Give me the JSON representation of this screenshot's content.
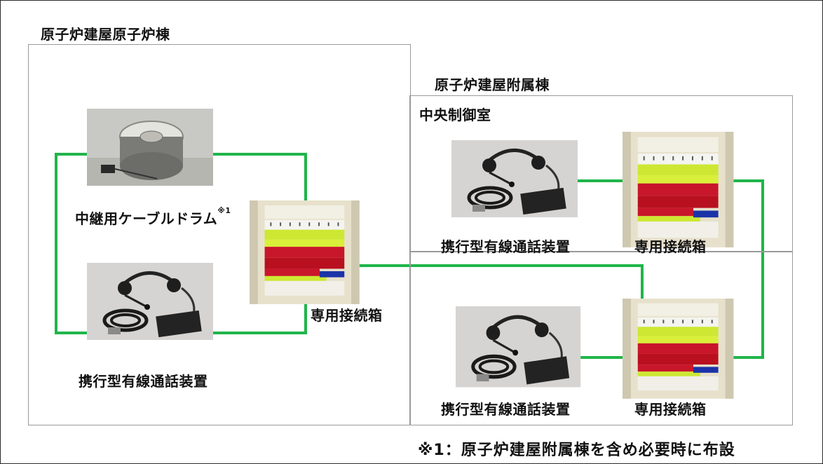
{
  "regions": {
    "reactor_building": "原子炉建屋原子炉棟",
    "auxiliary_building": "原子炉建屋附属棟",
    "control_room": "中央制御室"
  },
  "devices": {
    "cable_drum": "中継用ケーブルドラム",
    "cable_drum_note_mark": "※1",
    "portable_phone": "携行型有線通話装置",
    "junction_box": "専用接続箱"
  },
  "footnote": "※1：原子炉建屋附属棟を含め必要時に布設",
  "colors": {
    "cable_line": "#1fb54a",
    "region_border": "#9a9a9a"
  }
}
